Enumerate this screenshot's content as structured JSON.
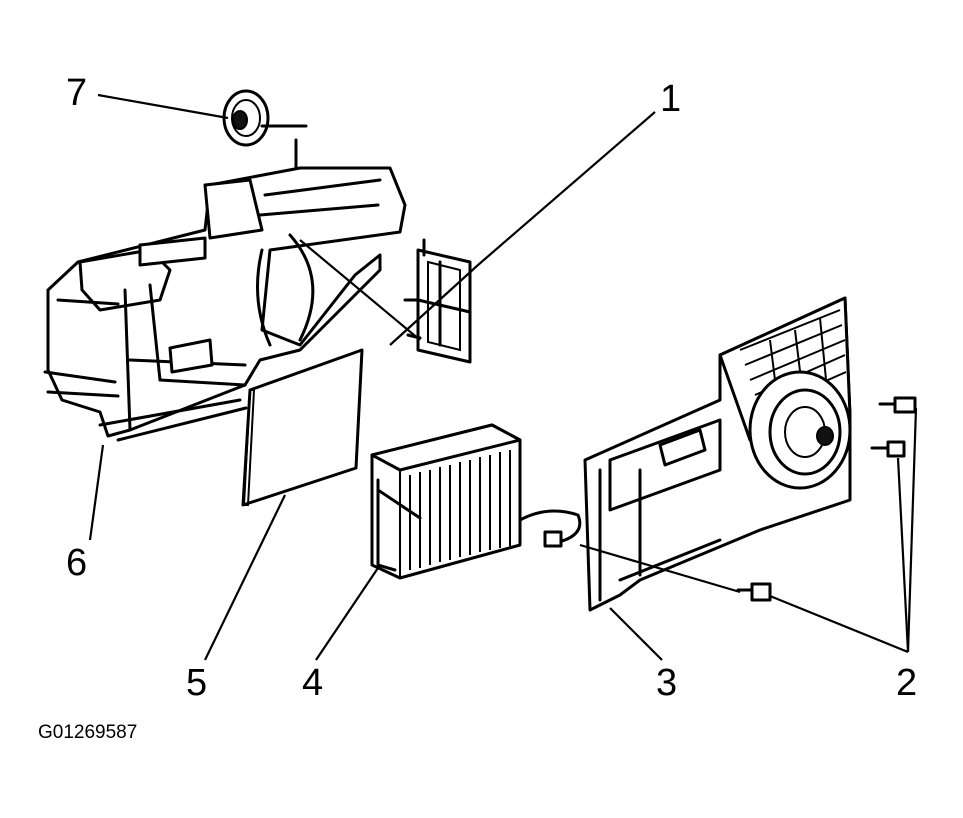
{
  "figure_id": "G01269587",
  "callouts": {
    "c1": "1",
    "c2": "2",
    "c3": "3",
    "c4": "4",
    "c5": "5",
    "c6": "6",
    "c7": "7"
  }
}
